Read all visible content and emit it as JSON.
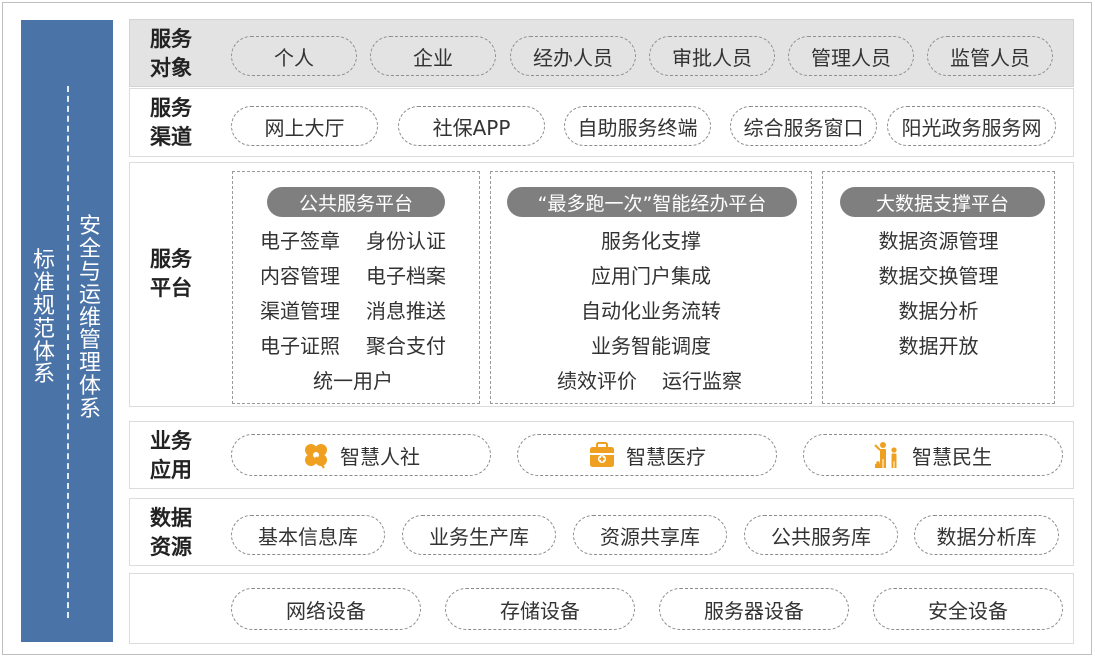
{
  "sidebar": {
    "title1": "标准规范体系",
    "title2": "安全与运维管理体系",
    "color": "#4a73a8"
  },
  "service_objects": {
    "title": "服务对象",
    "items": [
      "个人",
      "企业",
      "经办人员",
      "审批人员",
      "管理人员",
      "监管人员"
    ]
  },
  "service_channels": {
    "title": "服务渠道",
    "items": [
      "网上大厅",
      "社保APP",
      "自助服务终端",
      "综合服务窗口",
      "阳光政务服务网"
    ]
  },
  "service_platform": {
    "title": "服务平台",
    "public": {
      "title": "公共服务平台",
      "rows": [
        [
          "电子签章",
          "身份认证"
        ],
        [
          "内容管理",
          "电子档案"
        ],
        [
          "渠道管理",
          "消息推送"
        ],
        [
          "电子证照",
          "聚合支付"
        ]
      ],
      "last": "统一用户"
    },
    "smart": {
      "title": "“最多跑一次”智能经办平台",
      "items": [
        "服务化支撑",
        "应用门户集成",
        "自动化业务流转",
        "业务智能调度"
      ],
      "last_row": [
        "绩效评价",
        "运行监察"
      ]
    },
    "bigdata": {
      "title": "大数据支撑平台",
      "items": [
        "数据资源管理",
        "数据交换管理",
        "数据分析",
        "数据开放"
      ]
    }
  },
  "business_apps": {
    "title": "业务应用",
    "items": [
      {
        "label": "智慧人社",
        "icon": "clover-icon"
      },
      {
        "label": "智慧医疗",
        "icon": "medical-kit-icon"
      },
      {
        "label": "智慧民生",
        "icon": "family-icon"
      }
    ],
    "icon_color": "#f0a020"
  },
  "data_sources": {
    "title": "数据资源",
    "items": [
      "基本信息库",
      "业务生产库",
      "资源共享库",
      "公共服务库",
      "数据分析库"
    ]
  },
  "infrastructure": {
    "items": [
      "网络设备",
      "存储设备",
      "服务器设备",
      "安全设备"
    ]
  }
}
